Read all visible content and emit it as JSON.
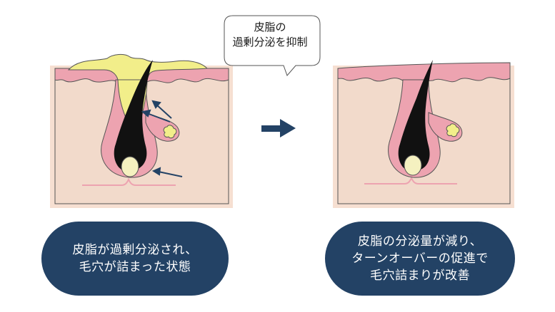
{
  "bubble": {
    "line1": "皮脂の",
    "line2": "過剰分泌を抑制"
  },
  "left_caption": {
    "line1": "皮脂が過剰分泌され、",
    "line2": "毛穴が詰まった状態"
  },
  "right_caption": {
    "line1": "皮脂の分泌量が減り、",
    "line2": "ターンオーバーの促進で",
    "line3": "毛穴詰まりが改善"
  },
  "colors": {
    "caption_bg": "#234265",
    "skin_outer": "#f6dfd1",
    "dermis": "#f2dacb",
    "epidermis": "#eda3b0",
    "sebum": "#f2ee8a",
    "hair": "#111111",
    "arrow": "#234265"
  }
}
